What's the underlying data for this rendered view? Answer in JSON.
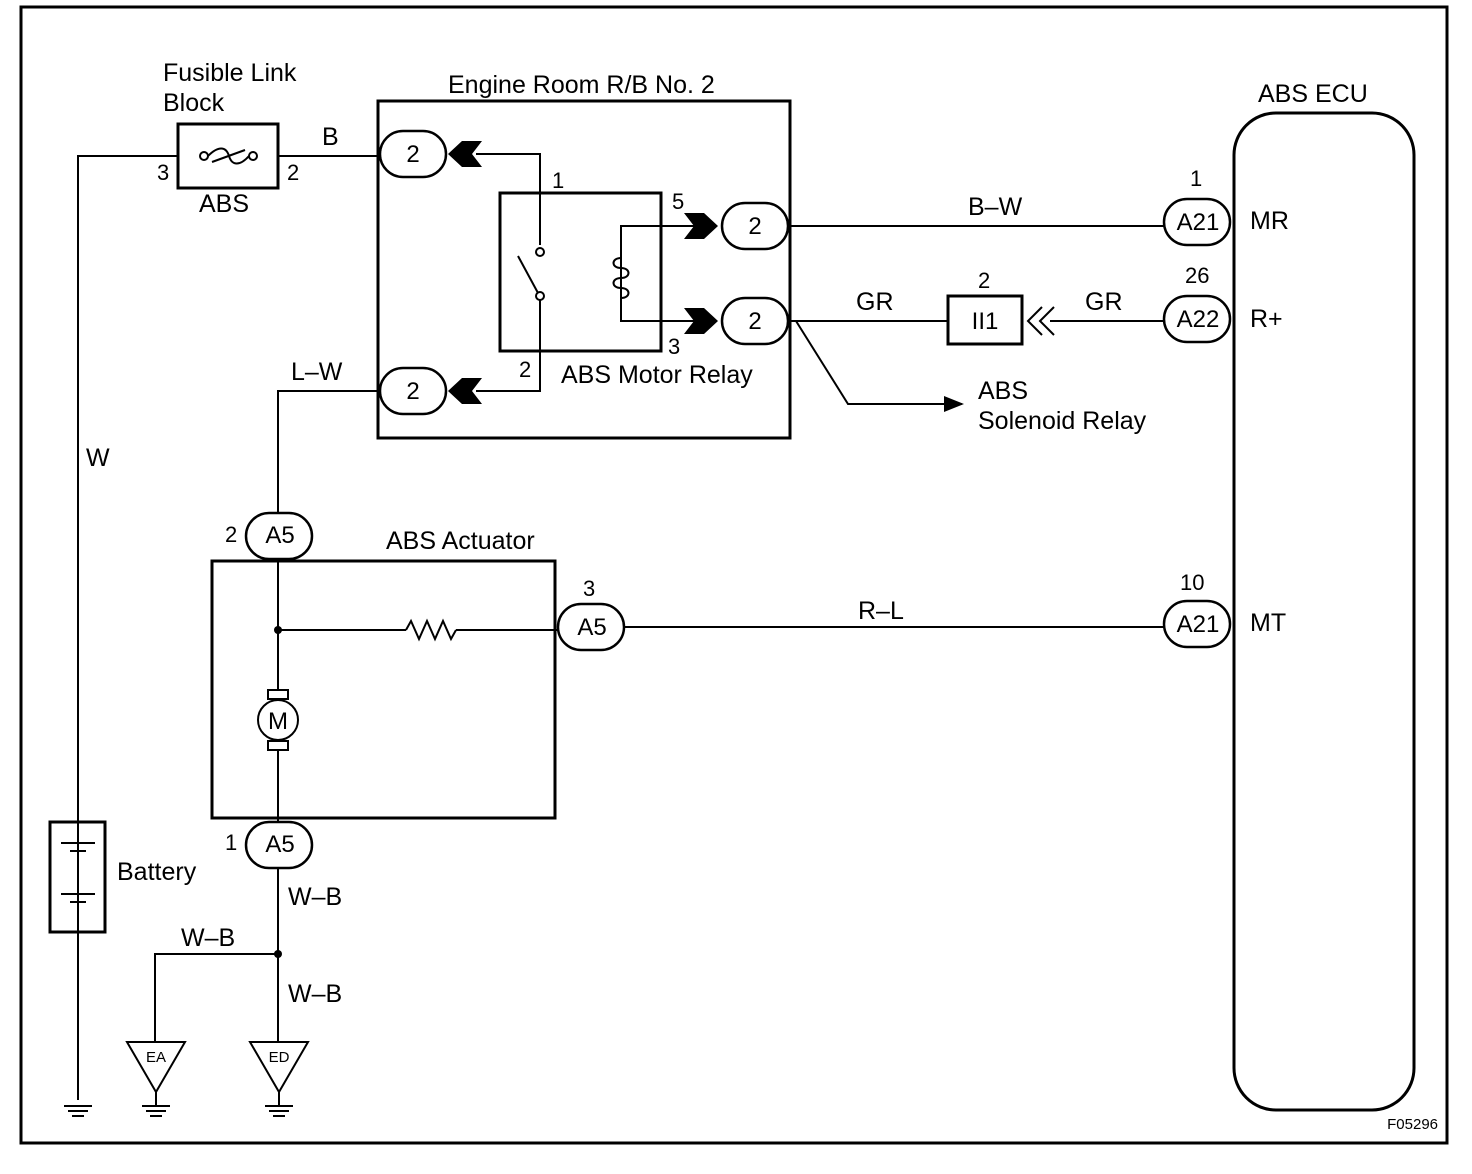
{
  "figure_id": "F05296",
  "components": {
    "fusible_link": {
      "title_line1": "Fusible Link",
      "title_line2": "Block",
      "fuse": "ABS",
      "pin_in": "3",
      "pin_out": "2"
    },
    "relay_block": {
      "title": "Engine Room R/B No. 2"
    },
    "motor_relay": {
      "label": "ABS Motor Relay",
      "pin1": "1",
      "pin2": "2",
      "pin3": "3",
      "pin5": "5"
    },
    "ecu": {
      "title": "ABS ECU",
      "term_mr": "MR",
      "term_rplus": "R+",
      "term_mt": "MT"
    },
    "actuator": {
      "title": "ABS Actuator",
      "motor": "M"
    },
    "battery": {
      "label": "Battery"
    },
    "solenoid_relay": {
      "line1": "ABS",
      "line2": "Solenoid Relay"
    },
    "junction": {
      "label": "II1",
      "pin": "2"
    }
  },
  "connectors": {
    "rb_b": "2",
    "rb_lw": "2",
    "rb_out5": "2",
    "rb_out3": "2",
    "ecu_a21_mr": "A21",
    "ecu_a21_mr_pin": "1",
    "ecu_a22": "A22",
    "ecu_a22_pin": "26",
    "ecu_a21_mt": "A21",
    "ecu_a21_mt_pin": "10",
    "act_top": "A5",
    "act_top_pin": "2",
    "act_right": "A5",
    "act_right_pin": "3",
    "act_bottom": "A5",
    "act_bottom_pin": "1"
  },
  "wires": {
    "b": "B",
    "lw": "L–W",
    "w": "W",
    "bw": "B–W",
    "gr1": "GR",
    "gr2": "GR",
    "rl": "R–L",
    "wb1": "W–B",
    "wb2": "W–B",
    "wb3": "W–B"
  },
  "grounds": {
    "ea": "EA",
    "ed": "ED"
  }
}
